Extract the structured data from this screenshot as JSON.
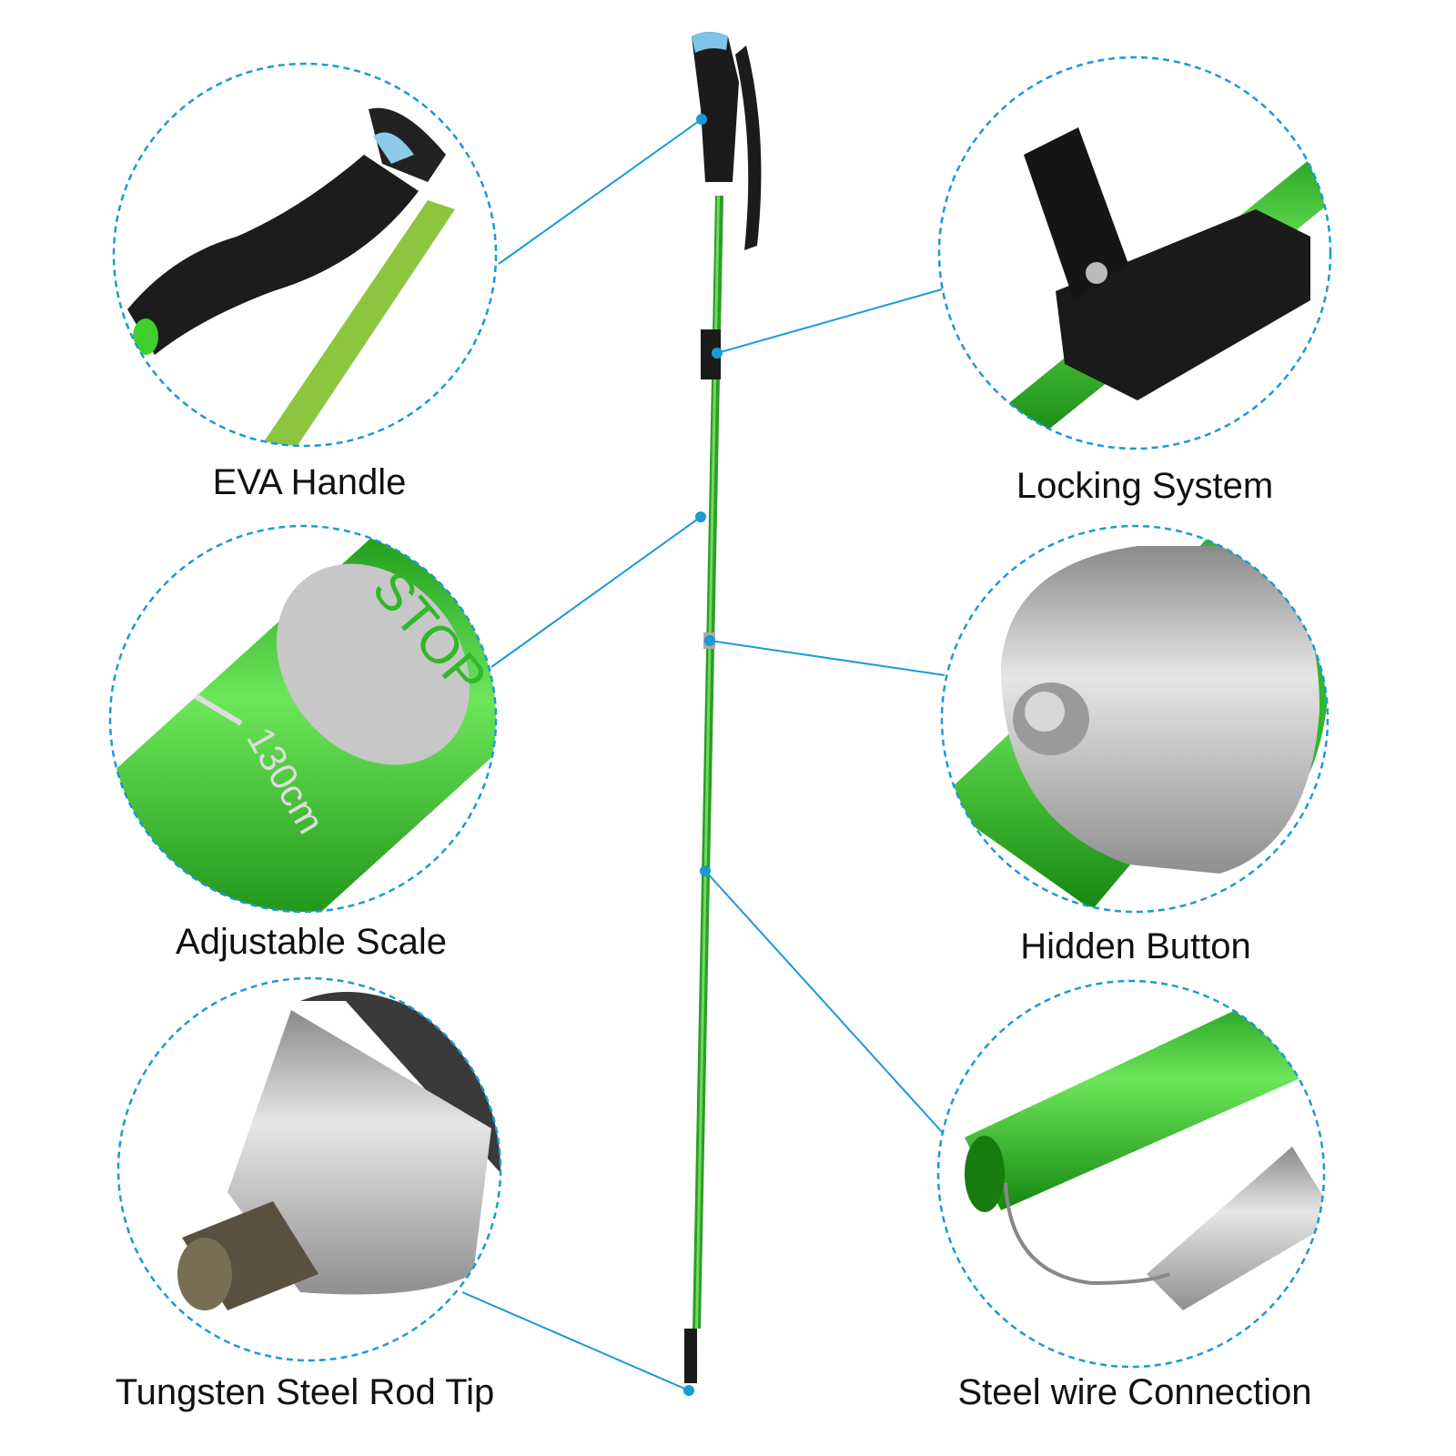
{
  "callouts": [
    {
      "label": "EVA Handle"
    },
    {
      "label": "Locking System"
    },
    {
      "label": "Adjustable Scale"
    },
    {
      "label": "Hidden Button"
    },
    {
      "label": "Tungsten Steel Rod Tip"
    },
    {
      "label": "Steel wire Connection"
    }
  ],
  "scale_marking": {
    "stop_text": "STOP",
    "length_text": "130cm"
  },
  "colors": {
    "callout_line": "#1a9ad6",
    "pole_green": "#2fb82a",
    "grip_black": "#1a1a1a",
    "silver": "#b9b9b9"
  }
}
